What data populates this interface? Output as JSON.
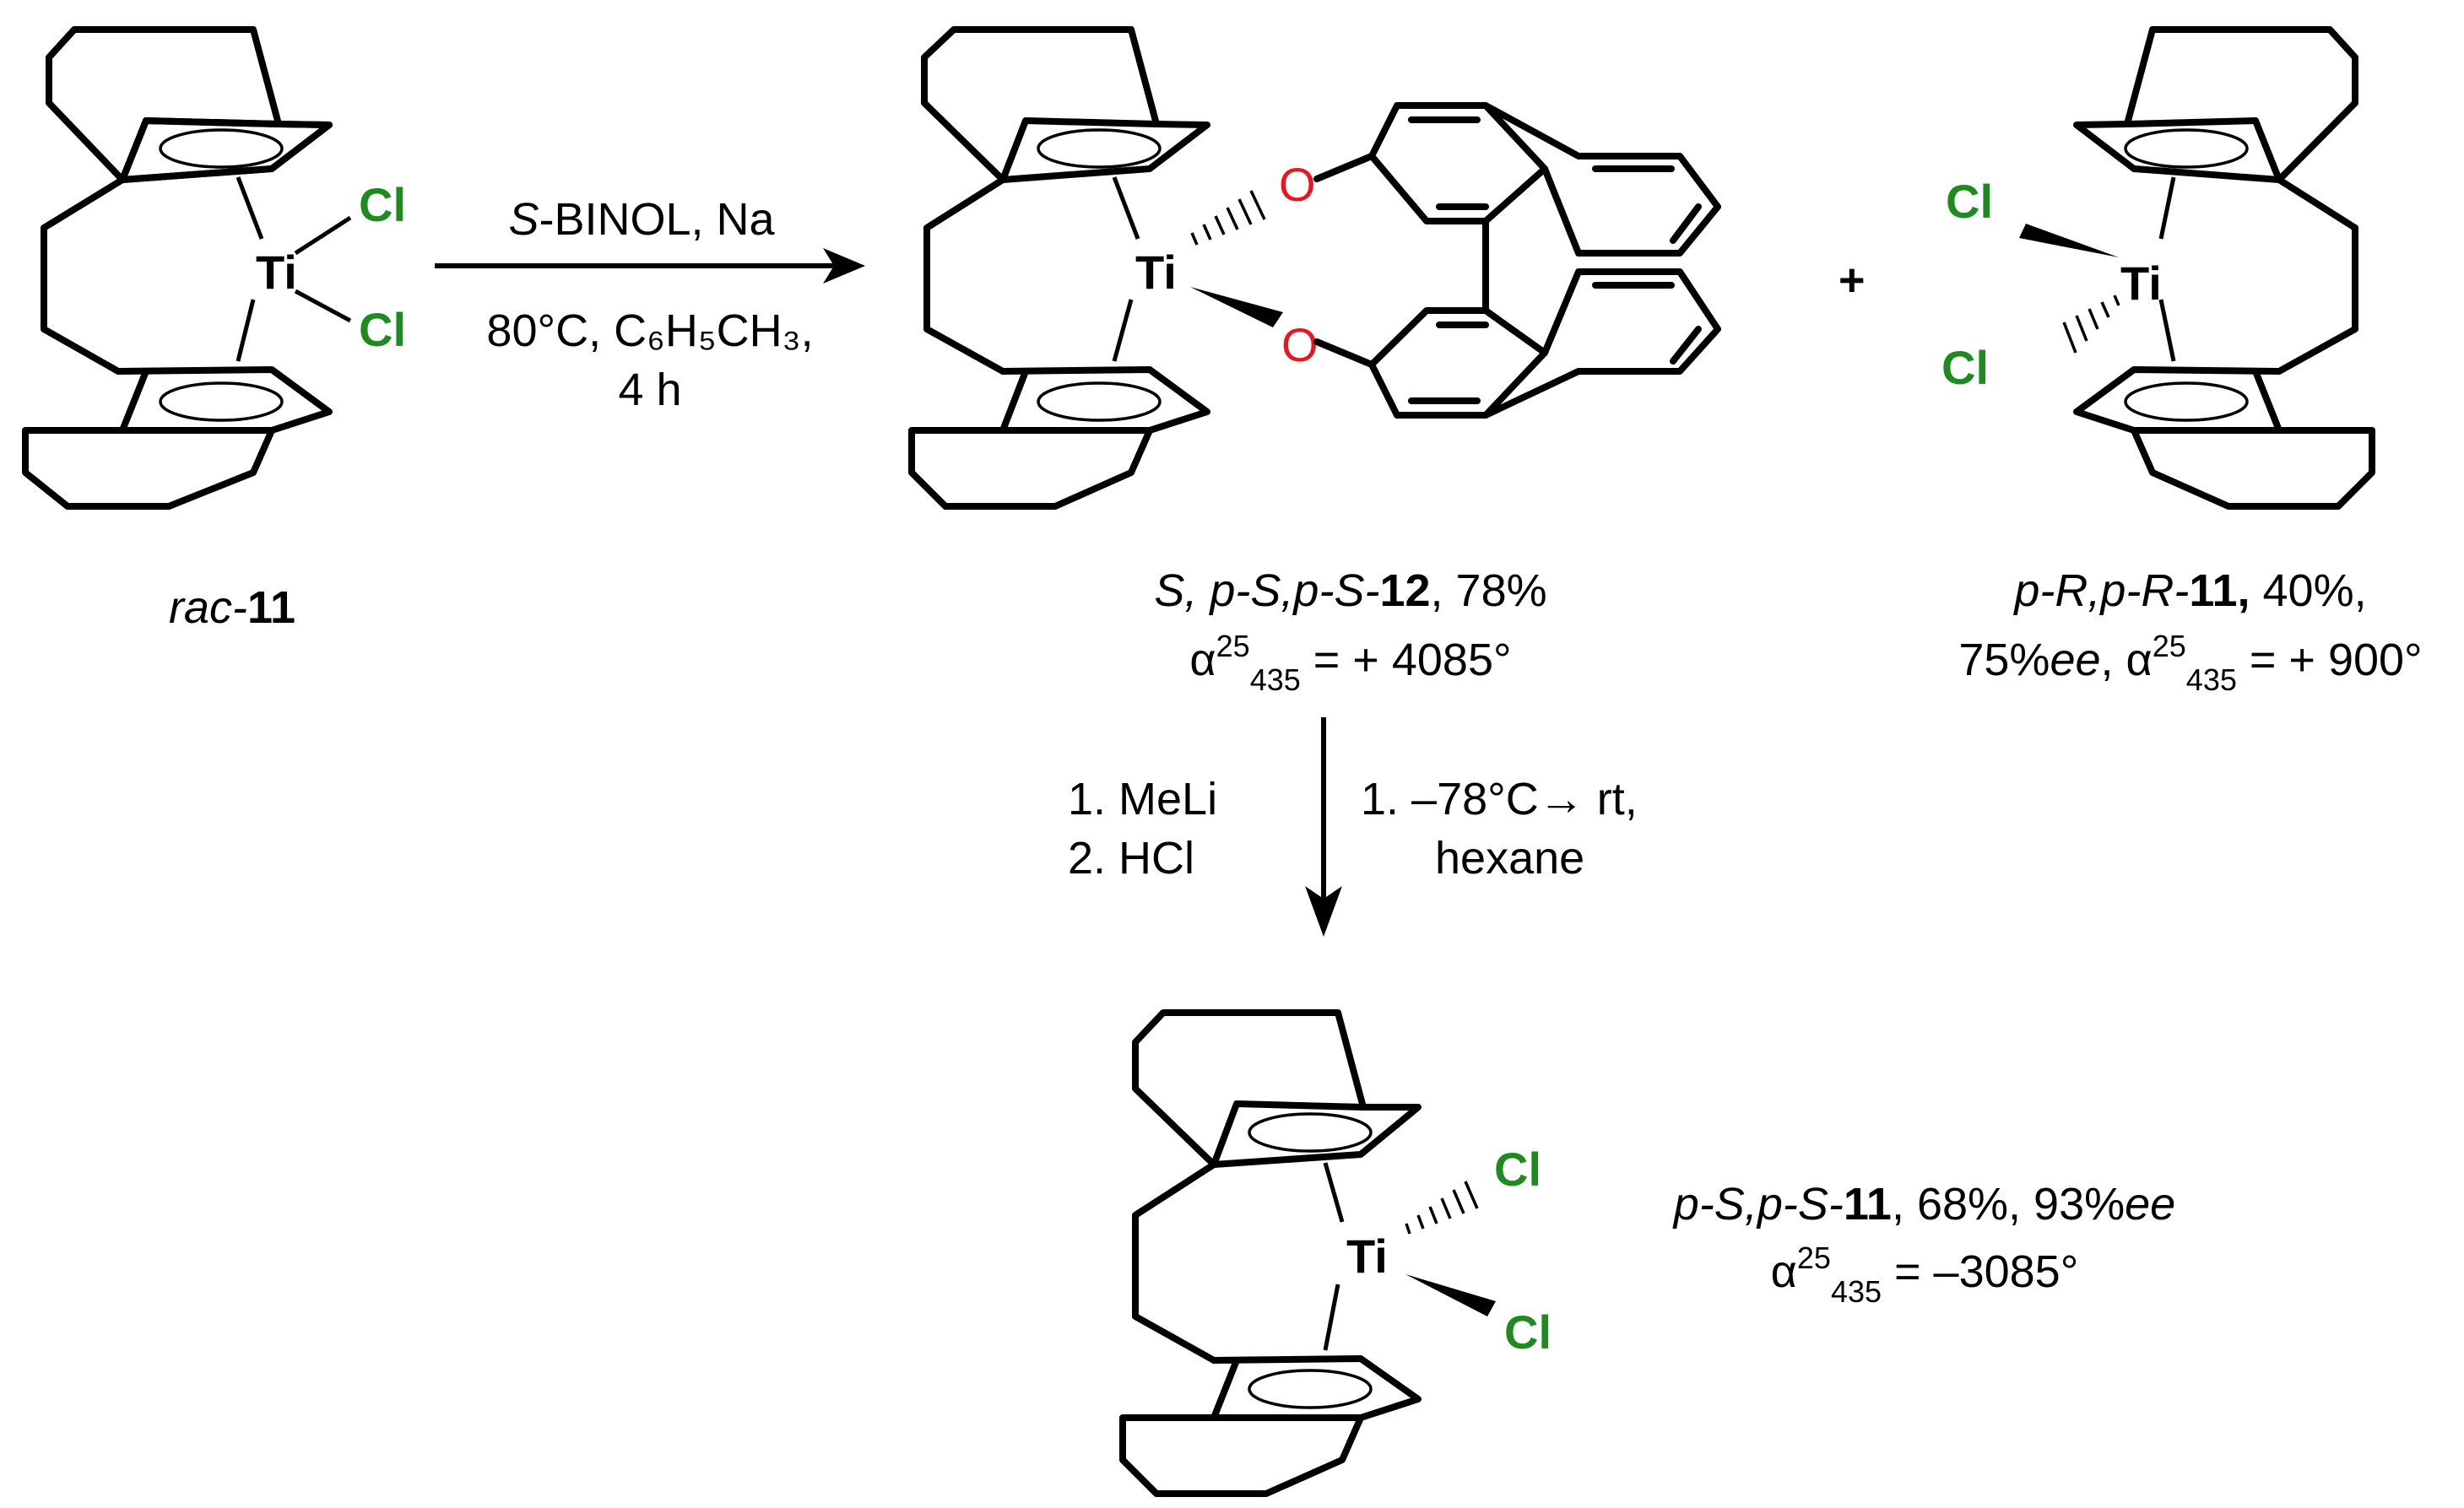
{
  "atoms": {
    "titanium": "Ti",
    "chlorine": "Cl",
    "oxygen": "O"
  },
  "colors": {
    "chlorine": "#1f8a1f",
    "oxygen": "#e8161e",
    "bonds": "#000000"
  },
  "plus_sign": "+",
  "reaction1": {
    "line1_italic": "S",
    "line1_rest": "-BINOL, Na",
    "line2": "80°C, C₆H₅CH₃,",
    "line3": "4 h"
  },
  "reaction2": {
    "reagents": [
      "1. MeLi",
      "2. HCl"
    ],
    "conditions": [
      "1. –78°C→ rt,",
      "hexane"
    ]
  },
  "compounds": {
    "start": {
      "prefix": "rac-",
      "number": "11"
    },
    "binolate": {
      "prefix": "S, p-S,p-S-",
      "number": "12",
      "suffix": ", 78%",
      "rotation_alpha": "α",
      "rotation_sup": "25",
      "rotation_sub": "435",
      "rotation_value": " = + 4085°"
    },
    "enantiomer_R": {
      "prefix": "p-R,p-R-",
      "number": "11,",
      "suffix": " 40%,",
      "ee_value": "75%",
      "ee_italic": "ee",
      "rotation_alpha": ", α",
      "rotation_sup": "25",
      "rotation_sub": "435",
      "rotation_value": " = + 900°"
    },
    "product_S": {
      "prefix": "p-S,p-S-",
      "number": "11",
      "suffix": ", 68%, 93%",
      "ee_italic": "ee",
      "rotation_alpha": "α",
      "rotation_sup": "25",
      "rotation_sub": "435",
      "rotation_value": " = –3085°"
    }
  }
}
